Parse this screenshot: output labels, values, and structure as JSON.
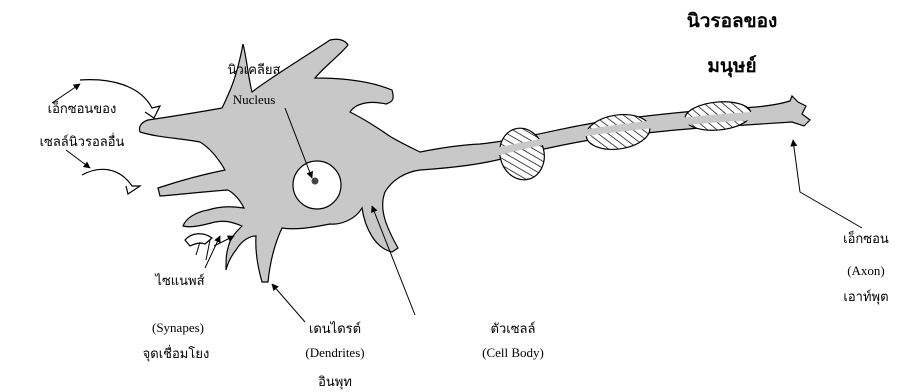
{
  "title": {
    "line1": "นิวรอลของ",
    "line2": "มนุษย์"
  },
  "labels": {
    "nucleus_th": "นิวเคลียส",
    "nucleus_en": "Nucleus",
    "axon_other_line1": "เอ็กซอนของ",
    "axon_other_line2": "เซลล์นิวรอลอื่น",
    "synapse_th": "ไซแนพส์",
    "synapse_en": "(Synapes)",
    "synapse_desc": "จุดเชื่อมโยง",
    "dendrite_th": "เดนไดรต์",
    "dendrite_en": "(Dendrites)",
    "dendrite_desc": "อินพุท",
    "cellbody_th": "ตัวเซลล์",
    "cellbody_en": "(Cell Body)",
    "axon_th": "เอ็กซอน",
    "axon_en": "(Axon)",
    "axon_desc": "เอาท์พุต"
  },
  "colors": {
    "cell_fill": "#c8c8c8",
    "outline": "#000000",
    "background": "#ffffff"
  }
}
